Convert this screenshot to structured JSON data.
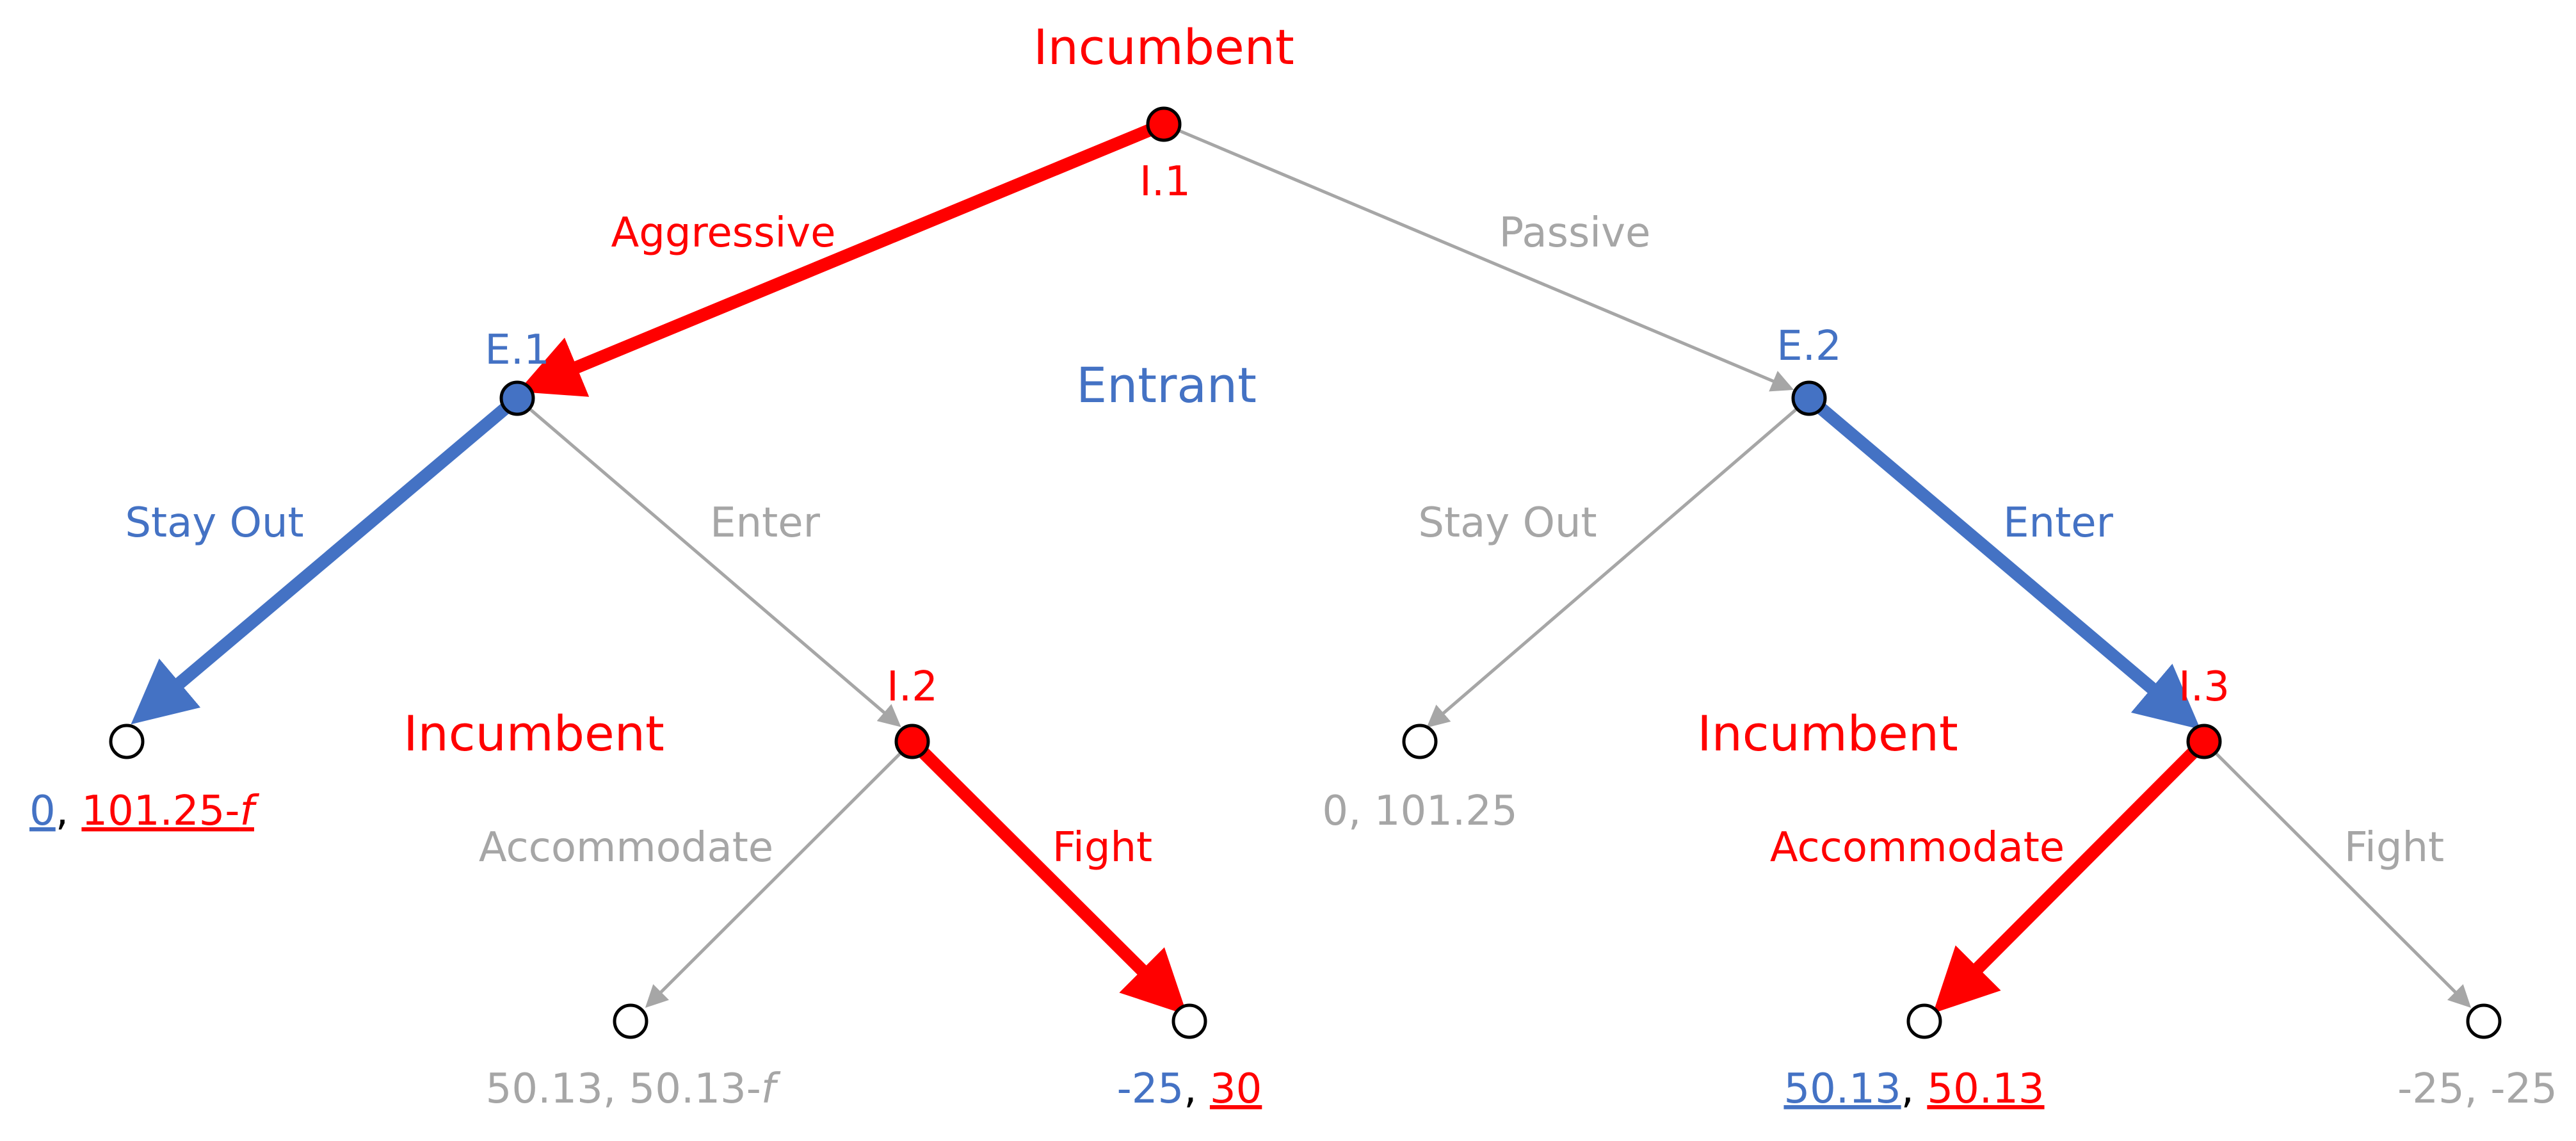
{
  "colors": {
    "incumbent": "#ff0000",
    "entrant": "#4472c4",
    "inactive": "#a6a6a6",
    "black": "#000000",
    "white": "#ffffff"
  },
  "players": {
    "incumbent_top": "Incumbent",
    "entrant_mid": "Entrant",
    "incumbent_left": "Incumbent",
    "incumbent_right": "Incumbent"
  },
  "nodes": {
    "i1": "I.1",
    "e1": "E.1",
    "e2": "E.2",
    "i2": "I.2",
    "i3": "I.3"
  },
  "actions": {
    "aggressive": "Aggressive",
    "passive": "Passive",
    "stay_out_left": "Stay Out",
    "enter_left": "Enter",
    "stay_out_right": "Stay Out",
    "enter_right": "Enter",
    "accommodate_left": "Accommodate",
    "fight_left": "Fight",
    "accommodate_right": "Accommodate",
    "fight_right": "Fight"
  },
  "payoffs": {
    "p1_a": "0",
    "p1_sep": ", ",
    "p1_b": "101.25-",
    "p1_b_f": "f",
    "p2": "50.13, 50.13-",
    "p2_f": "f",
    "p3_a": "-25",
    "p3_sep": ", ",
    "p3_b": "30",
    "p4": "0, 101.25",
    "p5_a": "50.13",
    "p5_sep": ", ",
    "p5_b": "50.13",
    "p6": "-25, -25"
  }
}
